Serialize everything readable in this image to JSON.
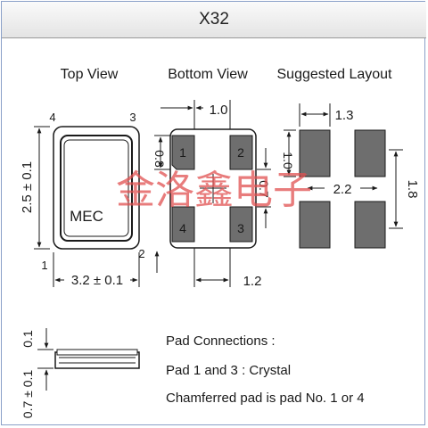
{
  "title": "X32",
  "views": {
    "top": "Top View",
    "bottom": "Bottom View",
    "layout": "Suggested Layout"
  },
  "top_view": {
    "marking": "MEC",
    "pin1": "1",
    "pin2": "2",
    "pin3": "3",
    "pin4": "4",
    "height_dim": "2.5 ± 0.1",
    "width_dim": "3.2 ± 0.1"
  },
  "bottom_view": {
    "pad_pitch_top": "1.0",
    "pad_height": "0.8",
    "pad_gap": "0.7",
    "pad_pitch_bottom": "1.2",
    "pad1": "1",
    "pad2": "2",
    "pad3": "3",
    "pad4": "4"
  },
  "suggested_layout": {
    "pad_width": "1.3",
    "pad_length": "1.0",
    "gap": "2.2",
    "span": "1.8"
  },
  "side_view": {
    "thickness_top": "0.1",
    "thickness_dim": "0.7 ± 0.1"
  },
  "notes": {
    "heading": "Pad Connections :",
    "line1": "Pad 1 and 3 : Crystal",
    "line2": "Chamferred pad is pad No. 1 or 4"
  },
  "watermark": "金洛鑫电子",
  "colors": {
    "pad_fill": "#6e6e6e",
    "watermark": "#e05050",
    "outline": "#1a1a1a"
  }
}
